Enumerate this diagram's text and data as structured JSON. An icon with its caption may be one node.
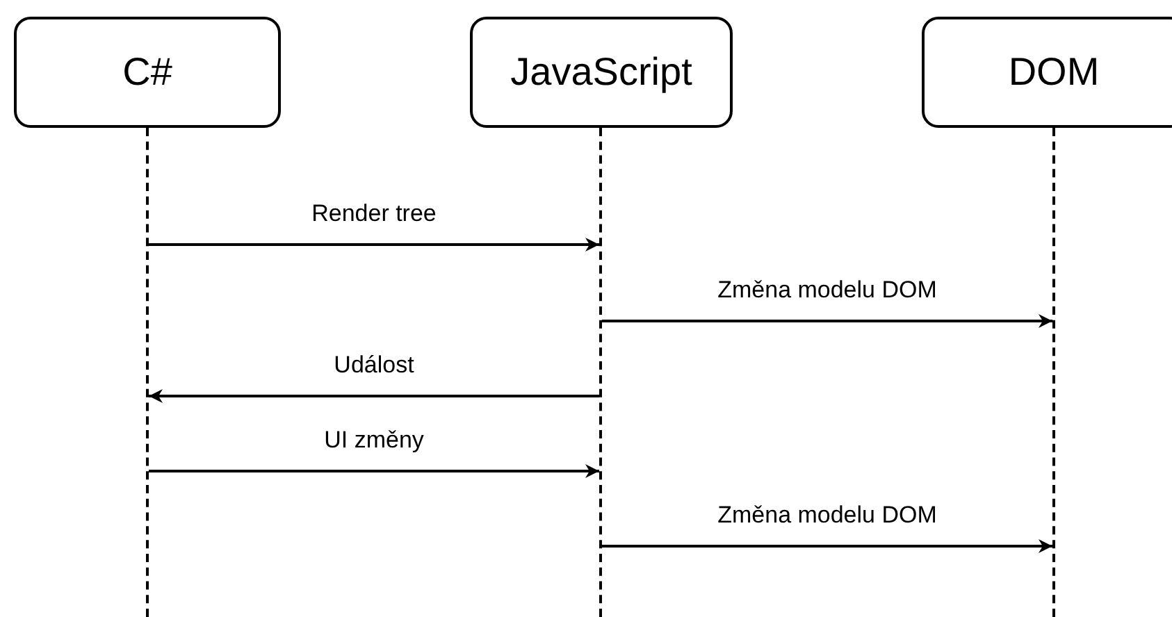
{
  "diagram": {
    "nodes": [
      {
        "text": [
          "C#"
        ]
      },
      {
        "text": [
          "JavaScript"
        ]
      },
      {
        "text": [
          "DOM"
        ]
      },
      {
        "text": [],
        "shape": "bar"
      },
      {
        "text": [],
        "shape": "bar"
      },
      {
        "text": [],
        "shape": "bar"
      }
    ],
    "edges": [
      {
        "from": 3,
        "to": 4,
        "arrow": "to",
        "label": "Render tree"
      },
      {
        "from": 4,
        "to": 5,
        "arrow": "to",
        "label": "Změna modelu DOM"
      },
      {
        "from": 4,
        "to": 3,
        "arrow": "to",
        "label": "Událost"
      },
      {
        "from": 3,
        "to": 4,
        "arrow": "to",
        "label": "UI změny"
      },
      {
        "from": 4,
        "to": 5,
        "arrow": "to",
        "label": "Změna modelu DOM"
      }
    ]
  }
}
